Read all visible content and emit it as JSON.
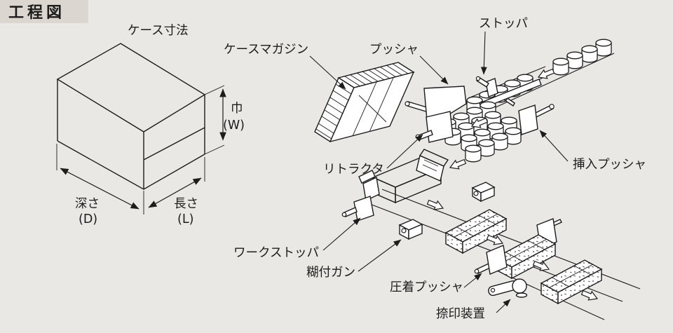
{
  "title": "工程図",
  "case_diagram": {
    "caption": "ケース寸法",
    "width_label": "巾",
    "width_symbol": "(W)",
    "depth_label": "深さ",
    "depth_symbol": "(D)",
    "length_label": "長さ",
    "length_symbol": "(L)"
  },
  "process_labels": {
    "case_magazine": "ケースマガジン",
    "pusher": "プッシャ",
    "stopper": "ストッパ",
    "retractor": "リトラクタ",
    "insertion_pusher": "挿入プッシャ",
    "work_stopper": "ワークストッパ",
    "glue_gun": "糊付ガン",
    "press_pusher": "圧着プッシャ",
    "stamping_device": "捺印装置"
  },
  "colors": {
    "background": "#e9e8e5",
    "title_background": "#dbd6cf",
    "line": "#1c1c1c"
  }
}
